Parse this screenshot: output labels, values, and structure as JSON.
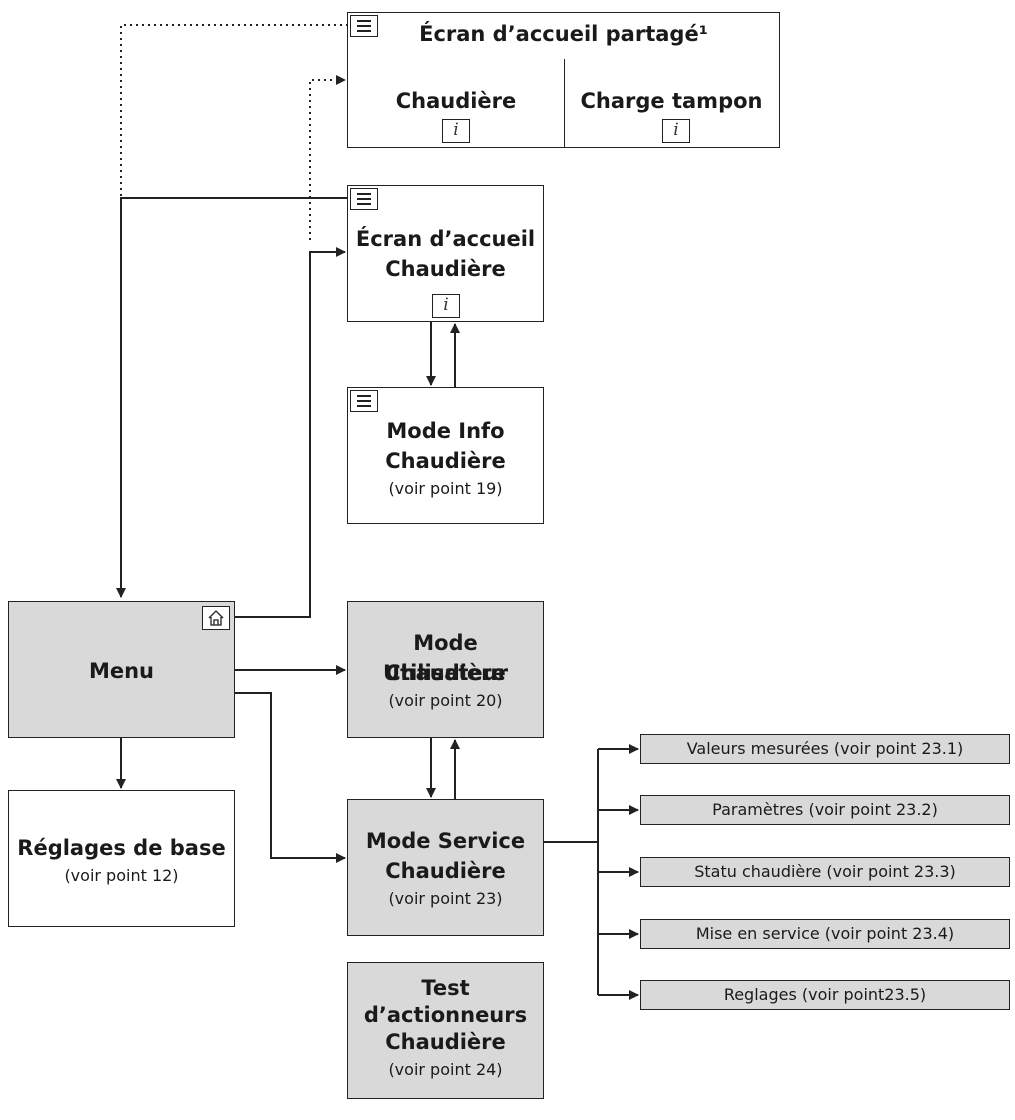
{
  "shared_home": {
    "title": "Écran d’accueil partagé¹",
    "left_label": "Chaudière",
    "right_label": "Charge tampon",
    "info_icon": "info-icon",
    "menu_icon": "menu-icon"
  },
  "home_boiler": {
    "line1": "Écran d’accueil",
    "line2": "Chaudière"
  },
  "info_mode": {
    "line1": "Mode Info",
    "line2": "Chaudière",
    "ref": "(voir point 19)"
  },
  "menu": {
    "label": "Menu",
    "home_icon": "home-icon"
  },
  "basic_settings": {
    "line1": "Réglages de base",
    "ref": "(voir point 12)"
  },
  "user_mode": {
    "line1": "Mode Utilisateur",
    "line2": "Chaudière",
    "ref": "(voir point 20)"
  },
  "service_mode": {
    "line1": "Mode Service",
    "line2": "Chaudière",
    "ref": "(voir point 23)"
  },
  "actuator_test": {
    "line1": "Test",
    "line2": "d’actionneurs",
    "line3": "Chaudière",
    "ref": "(voir point 24)"
  },
  "service_items": [
    "Valeurs mesurées (voir point 23.1)",
    "Paramètres (voir point 23.2)",
    "Statu chaudière (voir point 23.3)",
    "Mise en service (voir point 23.4)",
    "Reglages (voir point23.5)"
  ],
  "colors": {
    "grey_box": "#d9d9d9",
    "line": "#222222"
  }
}
